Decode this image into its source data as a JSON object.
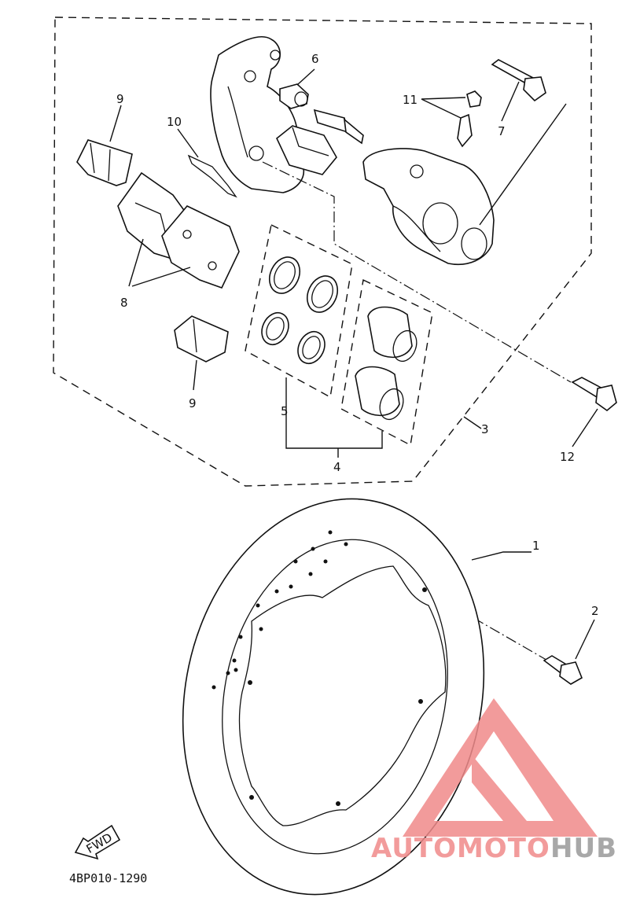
{
  "labels": {
    "l1": "1",
    "l2": "2",
    "l3": "3",
    "l4": "4",
    "l5": "5",
    "l6": "6",
    "l7": "7",
    "l8": "8",
    "l9a": "9",
    "l9b": "9",
    "l10": "10",
    "l11": "11",
    "l12": "12"
  },
  "fwd_text": "FWD",
  "diagram_code": "4BP010-1290",
  "watermark": {
    "part1": "AUTOMOTO",
    "part2": "HUB",
    "color_primary": "#f08a8a",
    "color_secondary": "#9a9a9a"
  }
}
